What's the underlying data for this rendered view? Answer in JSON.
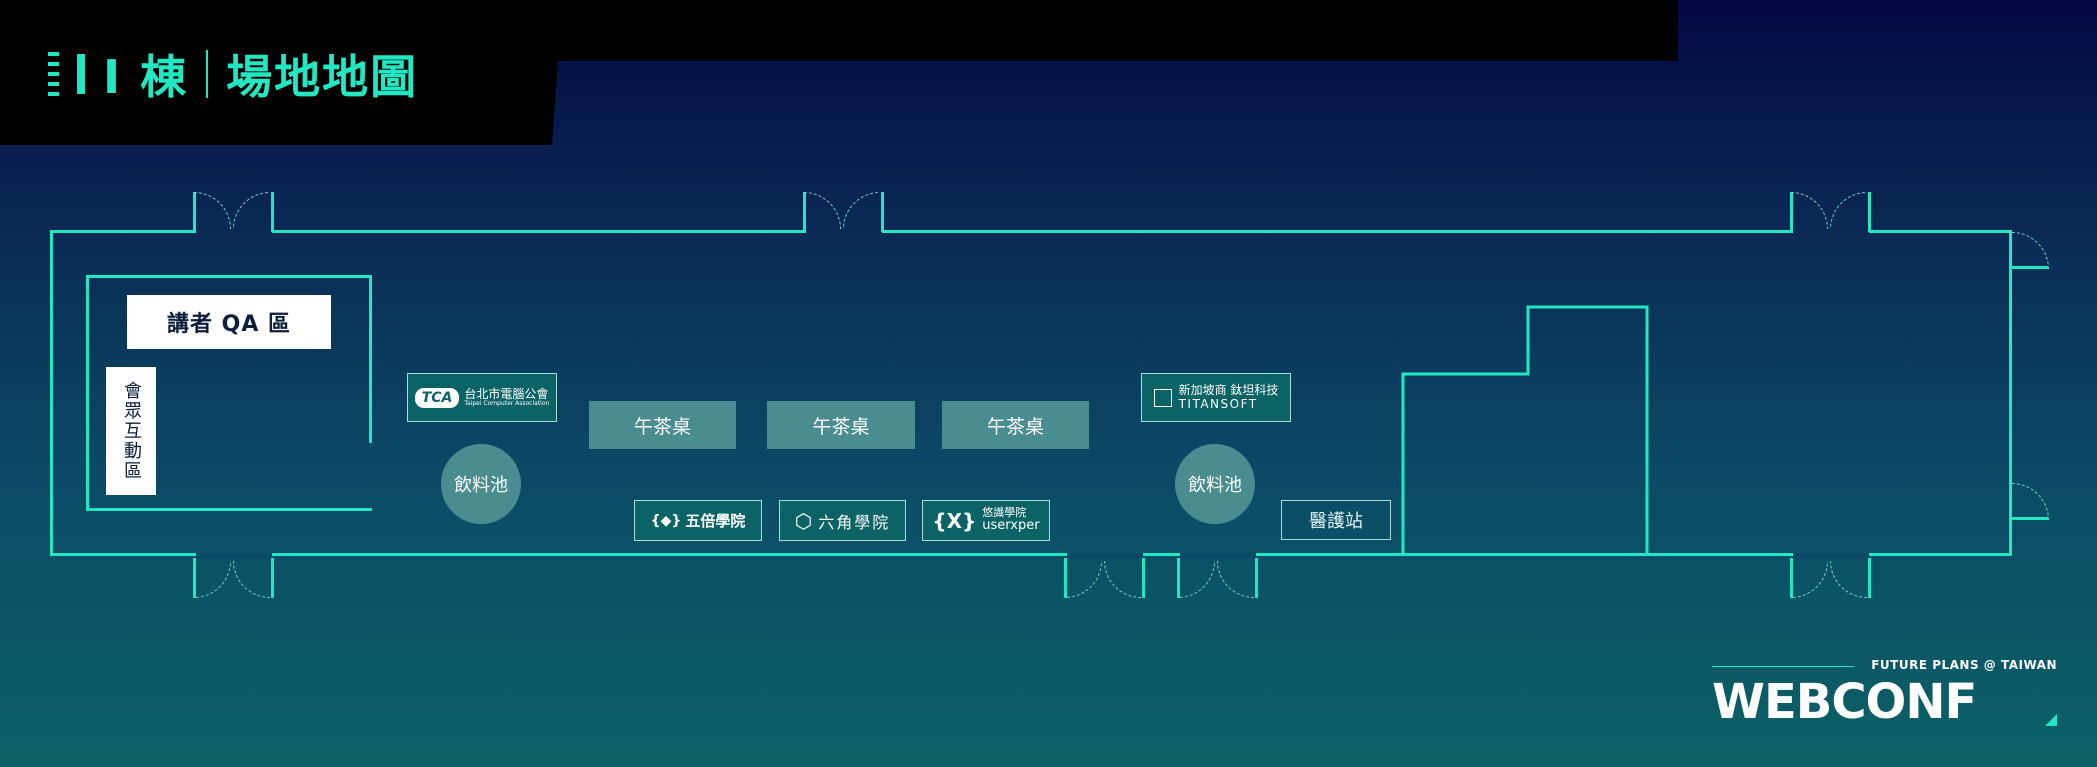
{
  "title": {
    "building": "I 棟",
    "map": "場地地圖"
  },
  "zones": {
    "qa": "講者 QA 區",
    "audience": "會眾互動區"
  },
  "tea_tables": [
    "午茶桌",
    "午茶桌",
    "午茶桌"
  ],
  "drink_stations": [
    "飲料池",
    "飲料池"
  ],
  "medical": "醫護站",
  "sponsors": {
    "tca": {
      "mark": "TCA",
      "name": "台北市電腦公會",
      "sub": "Taipei Computer Association"
    },
    "titansoft": {
      "name": "新加坡商 鈦坦科技",
      "sub": "TITANSOFT"
    },
    "fivex": {
      "name": "五倍學院"
    },
    "hexschool": {
      "name": "六角學院"
    },
    "userxper": {
      "name": "悠識學院",
      "sub": "userxper"
    }
  },
  "brand": {
    "tagline": "FUTURE PLANS @ TAIWAN",
    "name": "WEBCONF"
  },
  "colors": {
    "accent": "#21e8c2",
    "booth": "#4a8d91",
    "label_bg": "#ffffff"
  }
}
